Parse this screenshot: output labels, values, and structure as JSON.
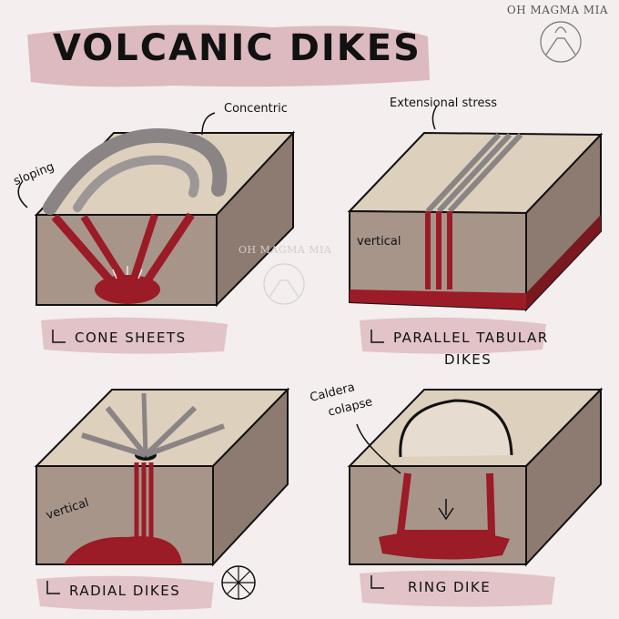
{
  "title": "VOLCANIC DIKES",
  "brand": "OH MAGMA MIA",
  "watermark": "OH MAGMA MIA",
  "panels": {
    "cone_sheets": {
      "caption": "CONE SHEETS",
      "label_concentric": "Concentric",
      "label_sloping": "sloping"
    },
    "parallel": {
      "caption_line1": "PARALLEL TABULAR",
      "caption_line2": "DIKES",
      "label_stress": "Extensional stress",
      "label_vertical": "vertical"
    },
    "radial": {
      "caption": "RADIAL DIKES",
      "label_vertical": "vertical"
    },
    "ring": {
      "caption": "RING DIKE",
      "label_caldera_line1": "Caldera",
      "label_caldera_line2": "colapse"
    }
  },
  "colors": {
    "background": "#f4eeee",
    "title_band": "#c98f99",
    "block_top": "#ddd0bd",
    "block_front": "#a8958a",
    "block_side": "#8d7a70",
    "magma": "#9b1b26",
    "dike_gray": "#9c9696"
  },
  "icons": [
    "volcano-logo-icon",
    "wheel-icon"
  ]
}
